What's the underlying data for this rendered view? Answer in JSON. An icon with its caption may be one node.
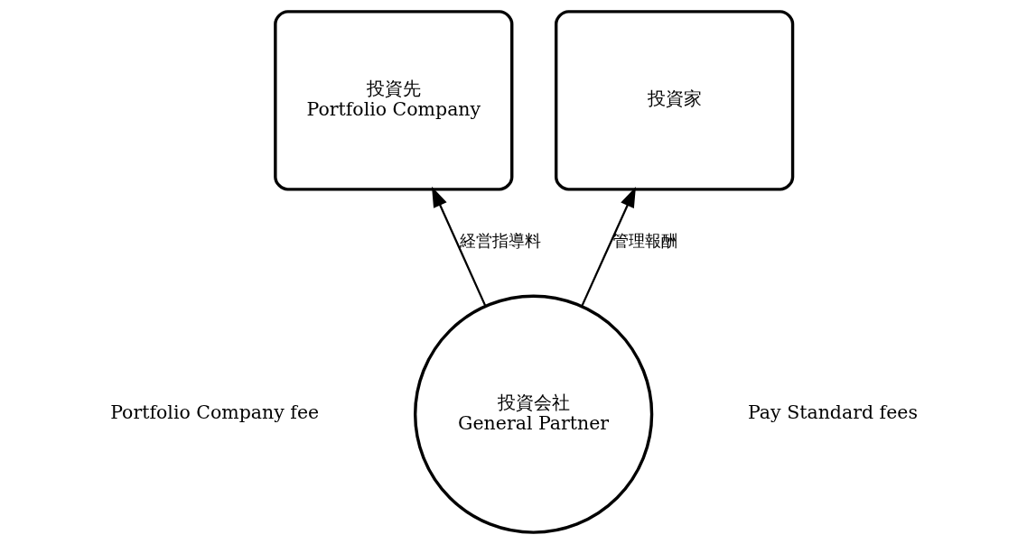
{
  "diagram": {
    "nodes": [
      {
        "text": [
          "投資先",
          "Portfolio Company"
        ]
      },
      {
        "text": [
          "投資家"
        ]
      },
      {
        "text": [
          "投資会社",
          "General Partner"
        ]
      }
    ],
    "edges": [
      {
        "from": 2,
        "to": 0,
        "arrow": "to",
        "label": "経営指導料"
      },
      {
        "from": 2,
        "to": 1,
        "arrow": "to",
        "label": "管理報酬"
      }
    ],
    "labels": [
      "Portfolio Company fee",
      "Pay Standard fees"
    ]
  }
}
